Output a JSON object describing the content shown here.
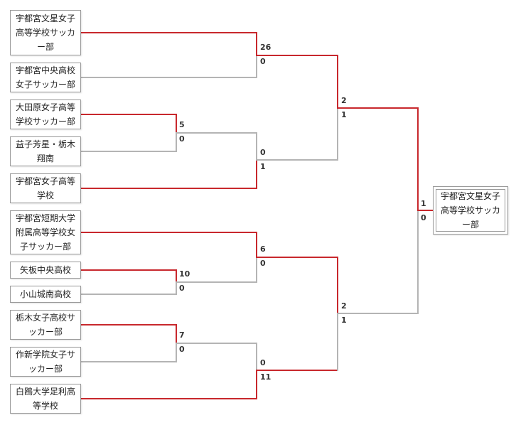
{
  "colors": {
    "winner_line": "#c8282d",
    "loser_line": "#b4b4b4"
  },
  "teams": [
    "宇都宮文星女子高等学校サッカー部",
    "宇都宮中央高校女子サッカー部",
    "大田原女子高等学校サッカー部",
    "益子芳星・栃木翔南",
    "宇都宮女子高等学校",
    "宇都宮短期大学附属高等学校女子サッカー部",
    "矢板中央高校",
    "小山城南高校",
    "栃木女子高校サッカー部",
    "作新学院女子サッカー部",
    "白鴎大学足利高等学校"
  ],
  "champion": "宇都宮文星女子高等学校サッカー部",
  "matches": {
    "r1_a": {
      "top_score": "5",
      "bottom_score": "0"
    },
    "r1_b": {
      "top_score": "10",
      "bottom_score": "0"
    },
    "r1_c": {
      "top_score": "7",
      "bottom_score": "0"
    },
    "qf_1": {
      "top_score": "26",
      "bottom_score": "0"
    },
    "qf_2": {
      "top_score": "0",
      "bottom_score": "1"
    },
    "qf_3": {
      "top_score": "6",
      "bottom_score": "0"
    },
    "qf_4": {
      "top_score": "0",
      "bottom_score": "11"
    },
    "sf_1": {
      "top_score": "2",
      "bottom_score": "1"
    },
    "sf_2": {
      "top_score": "2",
      "bottom_score": "1"
    },
    "final": {
      "top_score": "1",
      "bottom_score": "0"
    }
  }
}
